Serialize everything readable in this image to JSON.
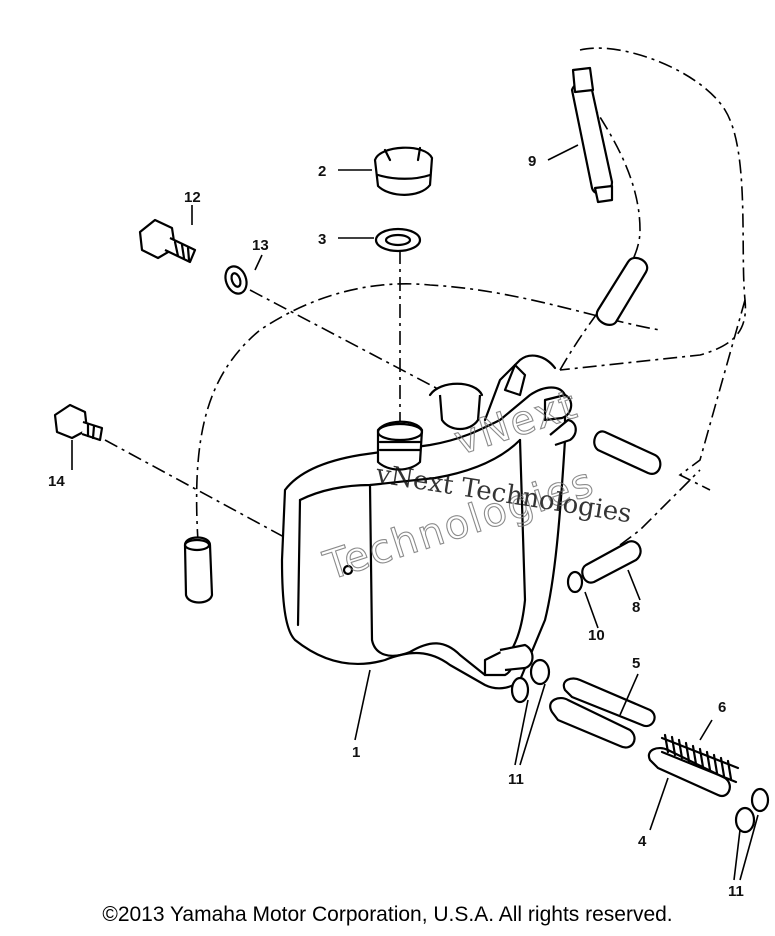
{
  "diagram": {
    "callouts": [
      "1",
      "2",
      "3",
      "4",
      "5",
      "6",
      "8",
      "9",
      "10",
      "11",
      "11",
      "12",
      "13",
      "14"
    ],
    "watermark_line1": "vNext Technologies",
    "watermark_line2": "Technologies",
    "watermark_line3": "vNext"
  },
  "footer": {
    "copyright": "©2013 Yamaha Motor Corporation, U.S.A. All rights reserved."
  }
}
